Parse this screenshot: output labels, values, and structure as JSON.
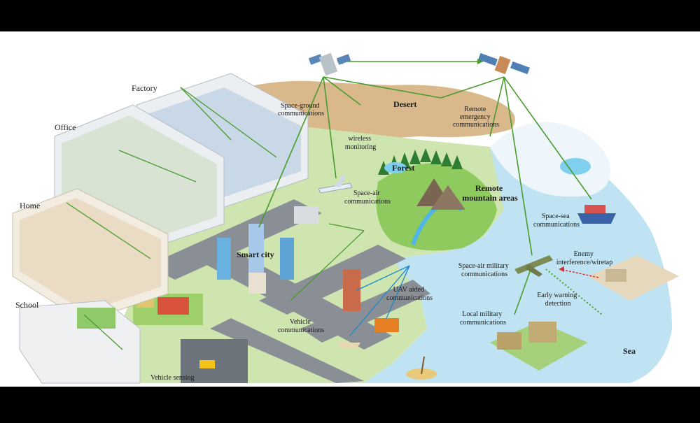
{
  "labels": {
    "factory": "Factory",
    "office": "Office",
    "home": "Home",
    "school": "School",
    "space_ground": [
      "Space-ground",
      "communications"
    ],
    "desert": "Desert",
    "remote_emergency": [
      "Remote",
      "emergency",
      "communications"
    ],
    "wireless_monitoring": [
      "wireless",
      "monitoring"
    ],
    "forest": "Forest",
    "remote_mountain": [
      "Remote",
      "mountain areas"
    ],
    "space_air": [
      "Space-air",
      "communications"
    ],
    "space_sea": [
      "Space-sea",
      "communications"
    ],
    "smart_city": "Smart city",
    "enemy": [
      "Enemy",
      "interference/wiretap"
    ],
    "space_air_military": [
      "Space-air military",
      "communications"
    ],
    "uav_aided": [
      "UAV aided",
      "communications"
    ],
    "early_warning": [
      "Early warning",
      "detection"
    ],
    "local_military": [
      "Local military",
      "communications"
    ],
    "vehicle_comm": [
      "Vehicle",
      "communications"
    ],
    "sea": "Sea",
    "vehicle_sensing": "Vehicle sensing"
  },
  "colors": {
    "link_green": "#4a9b2e",
    "link_blue": "#1e88c8",
    "land": "#cfe5b0",
    "desert": "#d9b98c",
    "sea": "#bfe3f2",
    "road": "#8a8f96",
    "threat": "#d32f2f"
  }
}
